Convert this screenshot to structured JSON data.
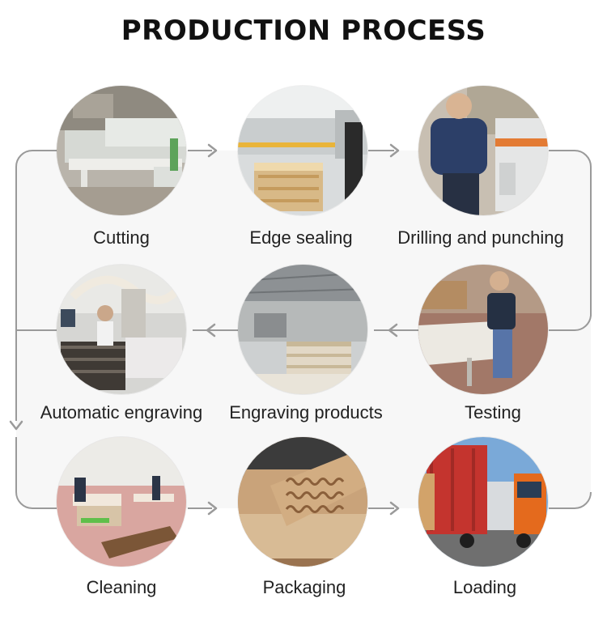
{
  "title": "PRODUCTION PROCESS",
  "steps": [
    {
      "label": "Cutting"
    },
    {
      "label": "Edge sealing"
    },
    {
      "label": "Drilling and punching"
    },
    {
      "label": "Automatic engraving"
    },
    {
      "label": "Engraving products"
    },
    {
      "label": "Testing"
    },
    {
      "label": "Cleaning"
    },
    {
      "label": "Packaging"
    },
    {
      "label": "Loading"
    }
  ],
  "colors": {
    "connector": "#9a9a9a",
    "loop_background": "#f7f7f7"
  }
}
